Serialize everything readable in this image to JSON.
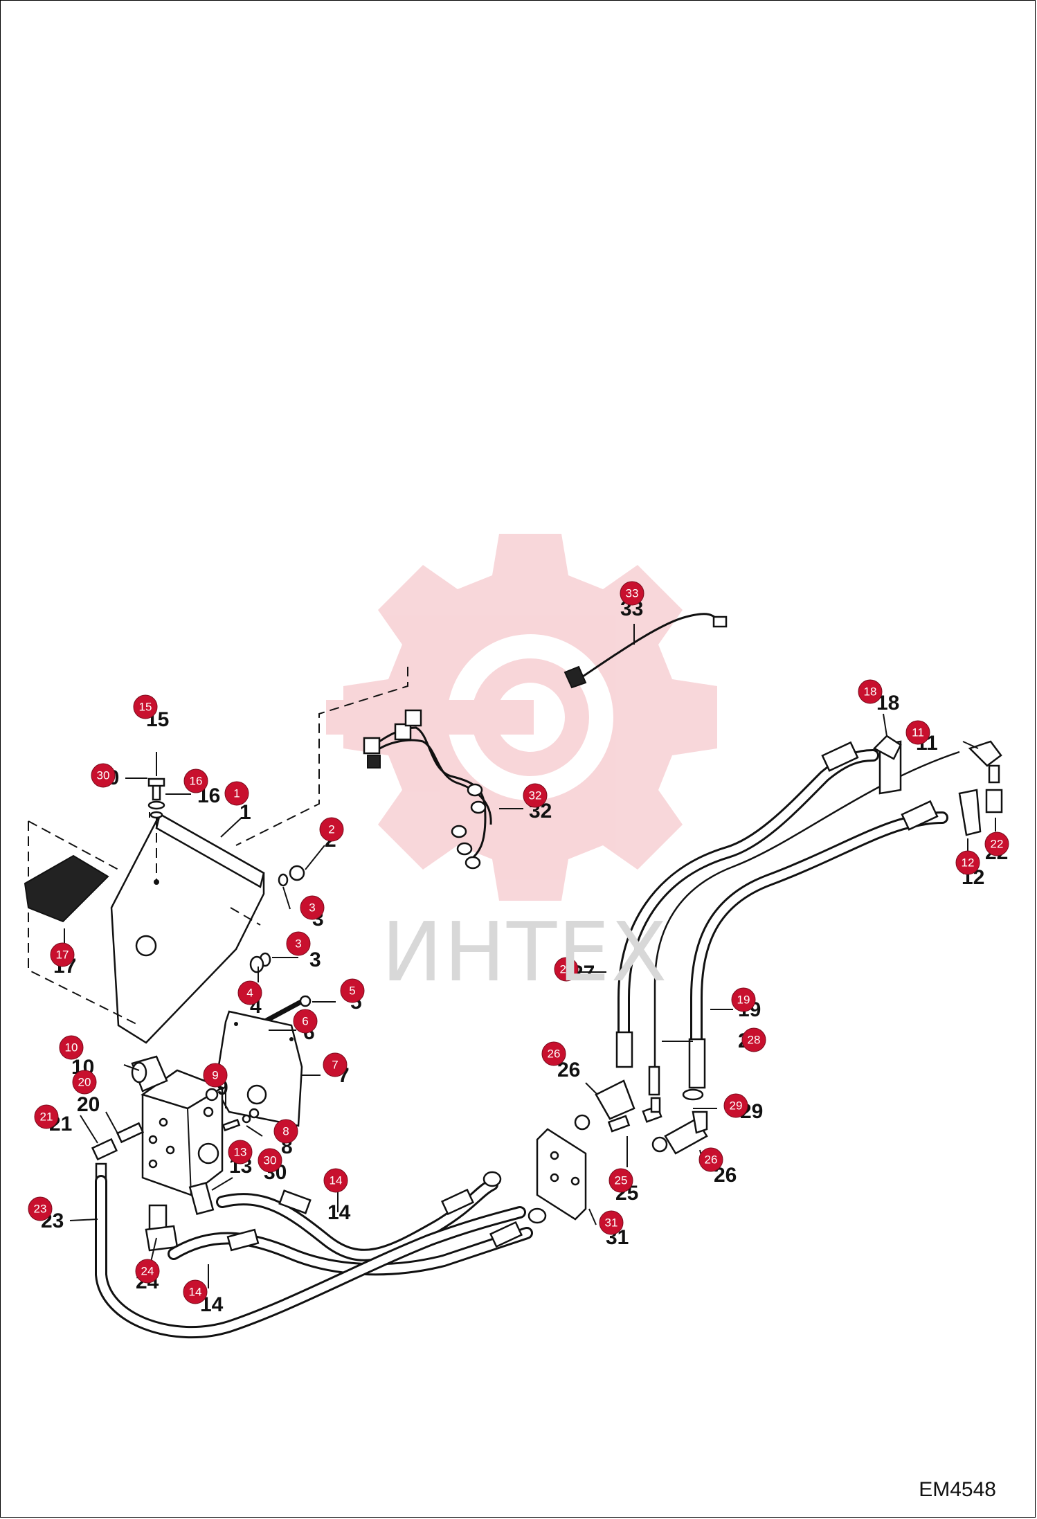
{
  "drawing_id": "EM4548",
  "watermark_text": "ИНТЕХ",
  "colors": {
    "callout": "#c8102e",
    "line": "#111111",
    "watermark": "#f6c9cd"
  },
  "callouts": [
    "1",
    "2",
    "3",
    "3",
    "4",
    "5",
    "6",
    "7",
    "8",
    "9",
    "10",
    "11",
    "12",
    "13",
    "14",
    "14",
    "15",
    "16",
    "17",
    "18",
    "19",
    "20",
    "21",
    "22",
    "23",
    "24",
    "25",
    "26",
    "26",
    "27",
    "28",
    "29",
    "30",
    "30",
    "31",
    "32",
    "33"
  ],
  "labels": [
    "1",
    "2",
    "3",
    "3",
    "4",
    "5",
    "6",
    "7",
    "8",
    "9",
    "10",
    "11",
    "12",
    "13",
    "14",
    "14",
    "15",
    "16",
    "17",
    "18",
    "19",
    "20",
    "21",
    "22",
    "23",
    "24",
    "25",
    "26",
    "26",
    "27",
    "28",
    "29",
    "30",
    "30",
    "31",
    "32",
    "33"
  ]
}
